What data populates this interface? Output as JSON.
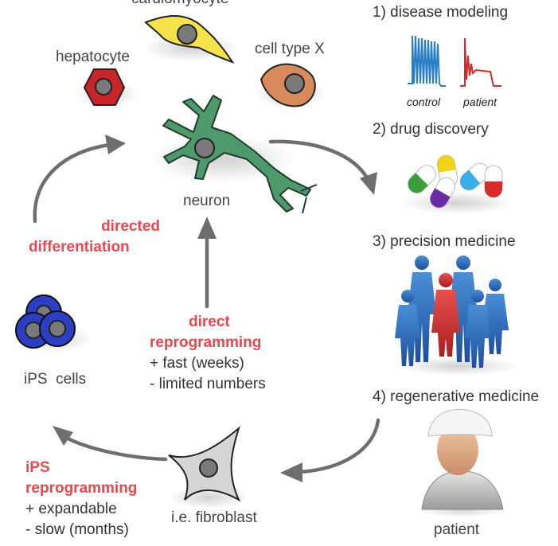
{
  "cells": {
    "cardiomyocyte": "cardiomyocyte",
    "hepatocyte": "hepatocyte",
    "cell_type_x": "cell type X",
    "neuron": "neuron",
    "ips_cells": "iPS  cells",
    "fibroblast": "i.e. fibroblast",
    "patient": "patient"
  },
  "processes": {
    "directed_differentiation": [
      "directed",
      "differentiation"
    ],
    "direct_reprogramming": {
      "title": [
        "direct",
        "reprogramming"
      ],
      "notes": [
        "+ fast (weeks)",
        "- limited numbers"
      ]
    },
    "ips_reprogramming": {
      "title": [
        "iPS",
        "reprogramming"
      ],
      "notes": [
        "+ expandable",
        "- slow (months)"
      ]
    }
  },
  "applications": [
    {
      "label": "1) disease modeling",
      "sublabels": [
        "control",
        "patient"
      ]
    },
    {
      "label": "2) drug discovery"
    },
    {
      "label": "3) precision medicine"
    },
    {
      "label": "4) regenerative medicine"
    }
  ],
  "colors": {
    "accent_red": "#e8484f",
    "arrow_gray": "#6e6e6e",
    "neuron_green": "#3f8f5e",
    "control_trace": "#2a7fc4",
    "patient_trace": "#d62c2c"
  }
}
